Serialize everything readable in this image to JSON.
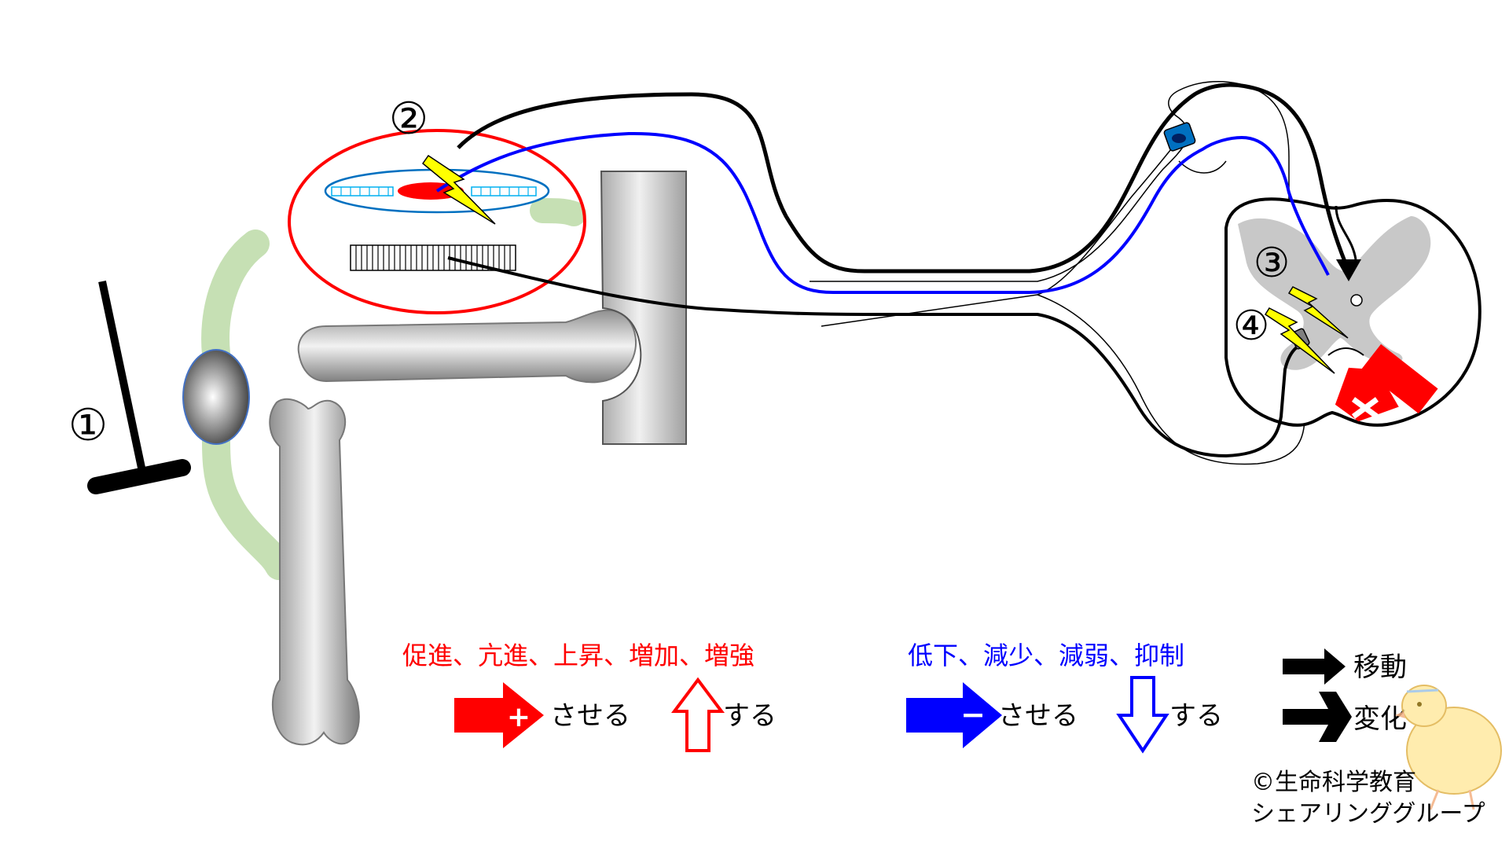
{
  "markers": {
    "m1": "①",
    "m2": "②",
    "m3": "③",
    "m4": "④"
  },
  "legend": {
    "red_heading": "促進、亢進、上昇、増加、増強",
    "blue_heading": "低下、減少、減弱、抑制",
    "red_cause": "させる",
    "red_do": "する",
    "blue_cause": "させる",
    "blue_do": "する",
    "move": "移動",
    "change": "変化",
    "plus_sign": "+",
    "minus_sign": "−"
  },
  "credit": {
    "line1": "©生命科学教育",
    "line2": "シェアリンググループ"
  },
  "colors": {
    "promote": "#ff0000",
    "inhibit": "#0000ff",
    "neutral": "#000000",
    "tendon": "#c6e0b4",
    "spindle": "#00b0f0",
    "spark": "#ffff00"
  },
  "icons": {
    "hammer": "reflex-hammer-icon",
    "spark": "lightning-bolt-icon",
    "inhibit_mark": "cross-block-icon",
    "mascot": "chick-mascot-icon"
  }
}
